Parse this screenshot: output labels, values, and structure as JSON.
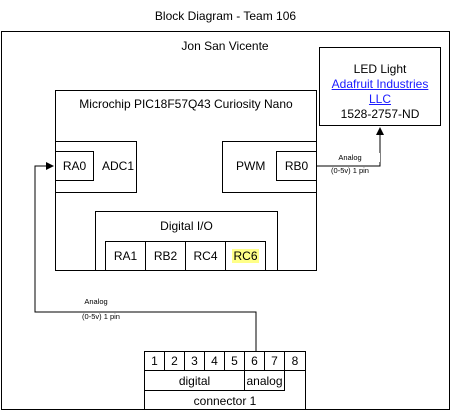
{
  "title": "Block Diagram - Team 106",
  "author": "Jon San Vicente",
  "mcu": {
    "name": "Microchip PIC18F57Q43 Curiosity Nano",
    "adc_pin": "RA0",
    "adc_label": "ADC1",
    "pwm_label": "PWM",
    "pwm_pin": "RB0",
    "dio": {
      "label": "Digital I/O",
      "pins": [
        "RA1",
        "RB2",
        "RC4",
        "RC6"
      ],
      "highlight_color": "#ffff88"
    }
  },
  "led": {
    "line1": "LED Light",
    "vendor_line1": "Adafruit Industries",
    "vendor_line2": "LLC",
    "part": "1528-2757-ND"
  },
  "signals": {
    "pwm_analog_label1": "Analog",
    "pwm_analog_label2": "(0-5v) 1 pin",
    "adc_analog_label1": "Analog",
    "adc_analog_label2": "(0-5v) 1 pin"
  },
  "connector": {
    "pins": [
      "1",
      "2",
      "3",
      "4",
      "5",
      "6",
      "7",
      "8"
    ],
    "digital_label": "digital",
    "analog_label": "analog",
    "name": "connector 1"
  }
}
